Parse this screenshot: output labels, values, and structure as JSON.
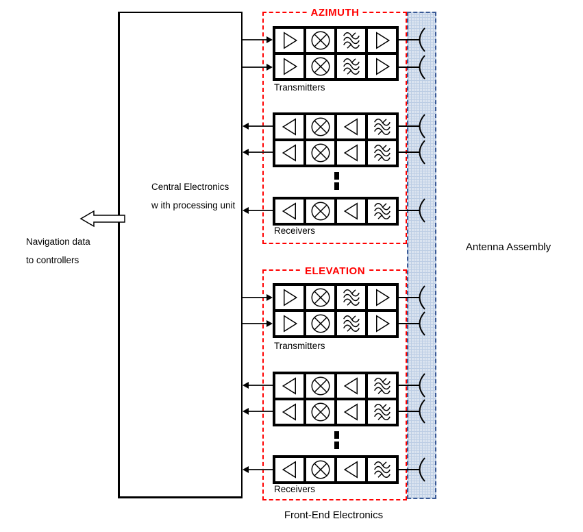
{
  "diagram": {
    "central_box": {
      "line1": "Central Electronics",
      "line2": "w ith processing unit"
    },
    "left_label": {
      "line1": "Navigation data",
      "line2": "to controllers"
    },
    "antenna_label": "Antenna Assembly",
    "bottom_label": "Front-End Electronics",
    "sections": {
      "azimuth": {
        "title": "AZIMUTH",
        "transmitters_label": "Transmitters",
        "receivers_label": "Receivers"
      },
      "elevation": {
        "title": "ELEVATION",
        "transmitters_label": "Transmitters",
        "receivers_label": "Receivers"
      }
    },
    "chains": {
      "tx": [
        "amp-right",
        "mixer",
        "filter",
        "amp-right"
      ],
      "rx": [
        "amp-left",
        "mixer",
        "amp-left",
        "filter"
      ]
    },
    "colors": {
      "red": "#ff0000",
      "blue_border": "#3a5a96",
      "blue_fill": "#dbe4f0",
      "blue_grid": "#bccde4",
      "black": "#000000"
    }
  }
}
